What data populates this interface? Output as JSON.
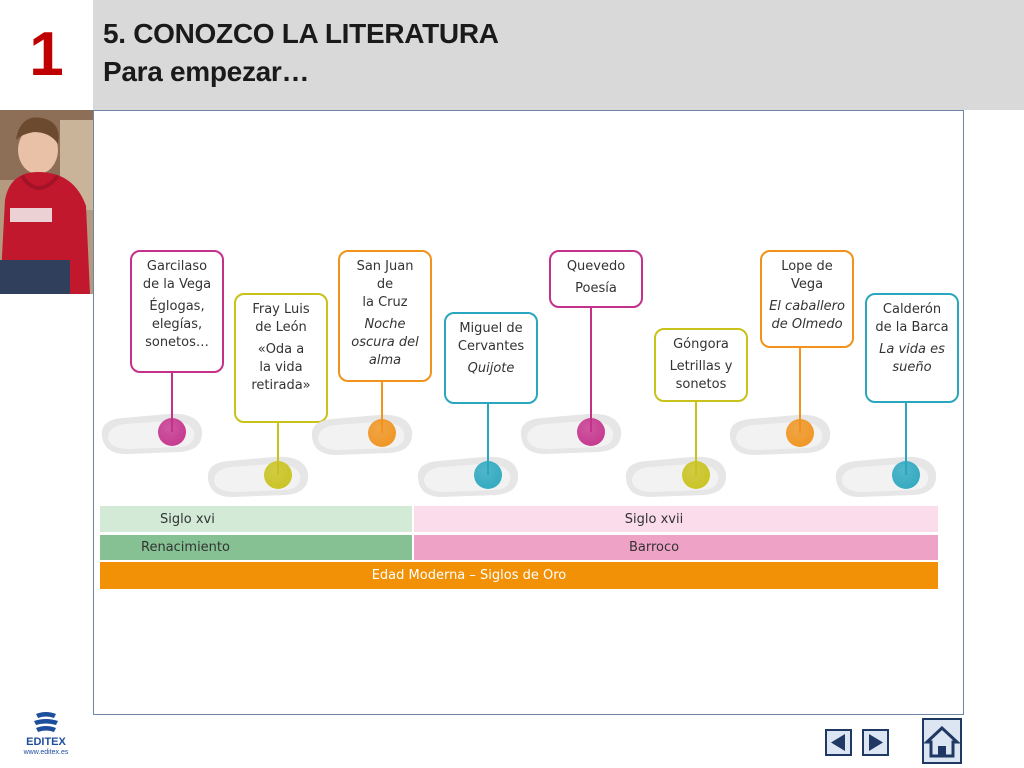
{
  "header": {
    "unit_number": "1",
    "title": "5. CONOZCO LA LITERATURA",
    "subtitle": "Para empezar…"
  },
  "timeline": {
    "authors": [
      {
        "name": "Garcilaso de la Vega",
        "lines": [
          "Garcilaso",
          "de la Vega"
        ],
        "works": [
          "Églogas,",
          "elegías,",
          "sonetos…"
        ],
        "italic": false,
        "color": "#c4318b"
      },
      {
        "name": "Fray Luis de León",
        "lines": [
          "Fray Luis",
          "de León"
        ],
        "works": [
          "«Oda a",
          "la vida",
          "retirada»"
        ],
        "italic": false,
        "color": "#c8c21a"
      },
      {
        "name": "San Juan de la Cruz",
        "lines": [
          "San Juan",
          "de",
          "la Cruz"
        ],
        "works": [
          "Noche",
          "oscura del",
          "alma"
        ],
        "italic": true,
        "color": "#f0921b"
      },
      {
        "name": "Miguel de Cervantes",
        "lines": [
          "Miguel de",
          "Cervantes"
        ],
        "works": [
          "Quijote"
        ],
        "italic": true,
        "color": "#2aa7bf"
      },
      {
        "name": "Quevedo",
        "lines": [
          "Quevedo"
        ],
        "works": [
          "Poesía"
        ],
        "italic": false,
        "color": "#c4318b"
      },
      {
        "name": "Góngora",
        "lines": [
          "Góngora"
        ],
        "works": [
          "Letrillas y",
          "sonetos"
        ],
        "italic": false,
        "color": "#c8c21a"
      },
      {
        "name": "Lope de Vega",
        "lines": [
          "Lope de",
          "Vega"
        ],
        "works": [
          "El caballero",
          "de Olmedo"
        ],
        "italic": true,
        "color": "#f0921b"
      },
      {
        "name": "Calderón de la Barca",
        "lines": [
          "Calderón",
          "de la Barca"
        ],
        "works": [
          "La vida es",
          "sueño"
        ],
        "italic": true,
        "color": "#2aa7bf"
      }
    ],
    "centuries": [
      {
        "label": "Siglo xvi",
        "color": "#d2ead6"
      },
      {
        "label": "Siglo xvii",
        "color": "#fadcea"
      }
    ],
    "movements": [
      {
        "label": "Renacimiento",
        "color": "#85c192"
      },
      {
        "label": "Barroco",
        "color": "#eea2c6"
      }
    ],
    "era": {
      "label": "Edad Moderna – Siglos de Oro",
      "color": "#f29106"
    }
  },
  "navigation": {
    "prev_icon": "triangle-left-icon",
    "next_icon": "triangle-right-icon",
    "home_icon": "home-icon"
  },
  "logo": {
    "name": "EDITEX",
    "url": "www.editex.es",
    "color": "#1f4e9c"
  }
}
